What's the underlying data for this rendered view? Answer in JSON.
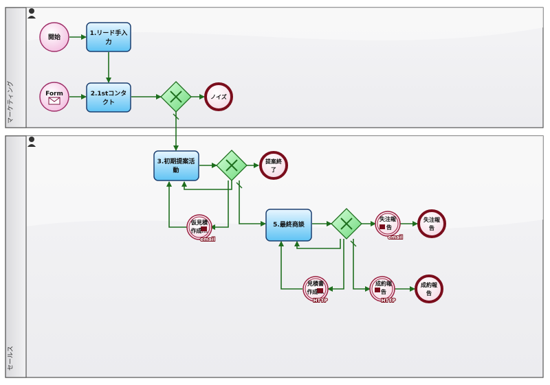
{
  "lanes": [
    {
      "id": "marketing",
      "label": "マーケティング"
    },
    {
      "id": "sales",
      "label": "セールス"
    }
  ],
  "nodes": {
    "start": {
      "line1": "開始"
    },
    "form_start": {
      "line1": "Form"
    },
    "task1": {
      "line1": "1.リード手入",
      "line2": "力"
    },
    "task2": {
      "line1": "2.1stコンタ",
      "line2": "クト"
    },
    "noise": {
      "line1": "ノイズ"
    },
    "task3": {
      "line1": "3.初期提案活",
      "line2": "動"
    },
    "proposal_end": {
      "line1": "提案終",
      "line2": "了"
    },
    "draft_quote": {
      "line1": "仮見積",
      "line2": "作成...",
      "badge": "email"
    },
    "task5": {
      "line1": "5.最終商談"
    },
    "lost_report": {
      "line1": "失注報",
      "line2": "告",
      "badge": "email"
    },
    "lost_end": {
      "line1": "失注報",
      "line2": "告"
    },
    "quote": {
      "line1": "見積書",
      "line2": "作成...",
      "badge": "HTTP"
    },
    "won_report": {
      "line1": "成約報",
      "line2": "告",
      "badge": "HTTP"
    },
    "won_end": {
      "line1": "成約報",
      "line2": "告"
    }
  },
  "colors": {
    "task_fill_top": "#e8f6ff",
    "task_fill_bottom": "#5fc3f4",
    "gateway": "#8fe89a",
    "flow": "#1e6e1e",
    "end_ring": "#7a0d1c",
    "start_fill": "#f8d6ec"
  },
  "icons": [
    "user-icon",
    "envelope-icon",
    "gateway-x-icon"
  ]
}
